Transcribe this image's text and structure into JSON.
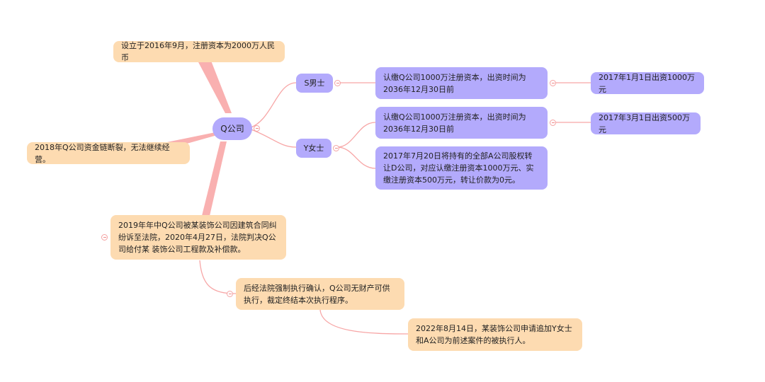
{
  "center": {
    "label": "Q公司"
  },
  "left_nodes": {
    "founded": "设立于2016年9月，注册资本为2000万人民币",
    "break_2018": "2018年Q公司资金链断裂，无法继续经营。",
    "lawsuit_2019": "2019年年中Q公司被某装饰公司因建筑合同纠纷诉至法院，2020年4月27日，法院判决Q公司给付某 装饰公司工程款及补偿款。",
    "enforcement": "后经法院强制执行确认，Q公司无财产可供执行，裁定终结本次执行程序。",
    "application_2022": "2022年8月14日，某装饰公司申请追加Y女士和A公司为前述案件的被执行人。"
  },
  "shareholders": {
    "s": {
      "label": "S男士",
      "subscription": "认缴Q公司1000万注册资本，出资时间为2036年12月30日前",
      "payment": "2017年1月1日出资1000万元"
    },
    "y": {
      "label": "Y女士",
      "subscription": "认缴Q公司1000万注册资本，出资时间为2036年12月30日前",
      "payment": "2017年3月1日出资500万元",
      "transfer": "2017年7月20日将持有的全部A公司股权转让D公司，对应认缴注册资本1000万元、实缴注册资本500万元，转让价款为0元。"
    }
  },
  "colors": {
    "orange_node": "#fddbb1",
    "purple_node": "#b3aafc",
    "connector": "#f7a6a6"
  }
}
